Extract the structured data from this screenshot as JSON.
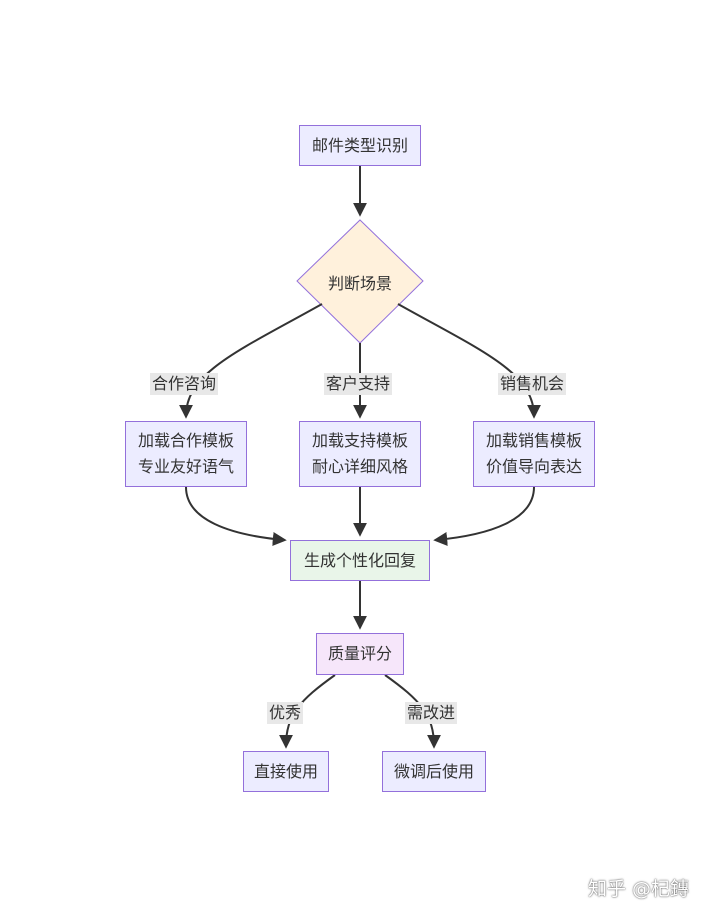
{
  "nodes": {
    "identify": "邮件类型识别",
    "judge": "判断场景",
    "coop": [
      "加载合作模板",
      "专业友好语气"
    ],
    "support": [
      "加载支持模板",
      "耐心详细风格"
    ],
    "sales": [
      "加载销售模板",
      "价值导向表达"
    ],
    "generate": "生成个性化回复",
    "score": "质量评分",
    "direct": "直接使用",
    "tweak": "微调后使用"
  },
  "edges": {
    "coop": "合作咨询",
    "support": "客户支持",
    "sales": "销售机会",
    "excellent": "优秀",
    "improve": "需改进"
  },
  "watermark": "知乎 @杞鏄",
  "colors": {
    "node_fill": "#ececff",
    "node_stroke": "#9370db",
    "decision_fill": "#fff1dc",
    "generate_fill": "#e9f5e9",
    "score_fill": "#f6e6fa",
    "edge": "#333333"
  }
}
